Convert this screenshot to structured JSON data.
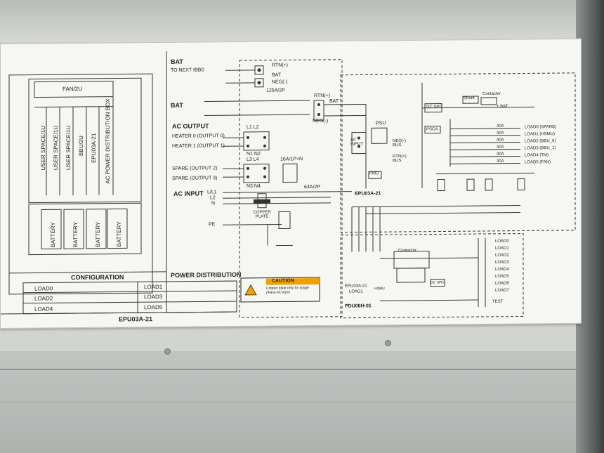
{
  "left_panel": {
    "fan": "FAN/2U",
    "user_spaces": [
      "USER SPACE/1U",
      "USER SPACE/1U",
      "USER SPACE/1U"
    ],
    "bbu": "BBU/2U",
    "epu": "EPU03A-21",
    "ac_box": "AC POWER DISTRIBUTION BOX",
    "battery": "BATTERY",
    "configuration": "CONFIGURATION",
    "power_distribution": "POWER DISTRIBUTION",
    "loads_left": [
      "LOAD0",
      "LOAD2",
      "LOAD4"
    ],
    "loads_right": [
      "LOAD1",
      "LOAD3",
      "LOAD5"
    ],
    "model": "EPU03A-21"
  },
  "diagram": {
    "bat_title": "BAT",
    "to_next": "TO NEXT IBBS",
    "rtn_plus": "RTN(+)",
    "bat": "BAT",
    "neg_minus": "NEG(-)",
    "breaker_125": "125A/2P",
    "bat_label": "BAT",
    "ac_output": "AC OUTPUT",
    "l1l2": "L1 L2",
    "heater0": "HEATER 0 (OUTPUT 0)",
    "heater1": "HEATER 1 (OUTPUT 1)",
    "n1n2": "N1 N2",
    "l3l4": "L3 L4",
    "spare2": "SPARE (OUTPUT 2)",
    "spare3": "SPARE (OUTPUT 3)",
    "n3n4": "N3 N4",
    "breaker_16": "16A/1P+N",
    "ac_input": "AC INPUT",
    "l_l1": "L/L1",
    "l2": "L2",
    "n": "N",
    "breaker_63": "63A/2P",
    "copper_plate": "COPPER PLATE",
    "pe": "PE",
    "caution": "CAUTION",
    "caution_text": "Copper plate only for single phase AC input",
    "psu": "PSU",
    "ac_input_box": "AC INPUT",
    "neg_bus": "NEG(-) BUS",
    "rtn_bus": "RTN(+) BUS",
    "pmu": "PMU",
    "dc_spd": "DC SPD",
    "shunt": "Shunt",
    "contactor": "Contactor",
    "bat_right": "+ BAT",
    "psca": "PSCA",
    "epu03a": "EPU03A-21",
    "breakers_30a": [
      "30A",
      "30A",
      "30A",
      "30A",
      "30A",
      "30A"
    ],
    "loads_right": [
      "LOAD0 (SPARE)",
      "LOAD1 (HSMU)",
      "LOAD2 (BBU_0)",
      "LOAD3 (BBU_1)",
      "LOAD4 (TM)",
      "LOAD5 (FAN)"
    ],
    "pdu_model": "PDU08H-01",
    "pdu_contactor": "Contactor",
    "pdu_dc_spd": "DC SPD",
    "pdu_epu": "EPU03A-21",
    "pdu_load1": "LOAD1",
    "pdu_hsmu": "HSMU",
    "pdu_loads": [
      "LOAD0",
      "LOAD1",
      "LOAD2",
      "LOAD3",
      "LOAD4",
      "LOAD5",
      "LOAD6",
      "LOAD7"
    ],
    "test": "TEST",
    "rtn_label": "RTN(+)"
  }
}
